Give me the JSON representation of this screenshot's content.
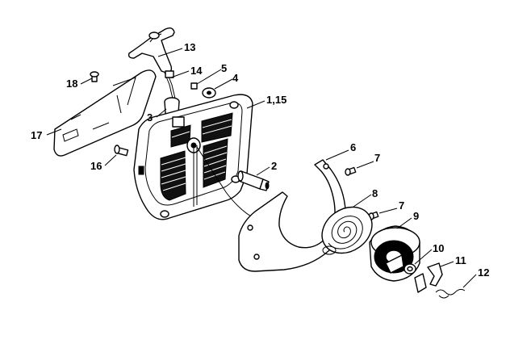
{
  "labels": {
    "p1_15": "1,15",
    "p2": "2",
    "p3": "3",
    "p4": "4",
    "p5": "5",
    "p6": "6",
    "p7a": "7",
    "p7b": "7",
    "p8": "8",
    "p9": "9",
    "p10": "10",
    "p11": "11",
    "p12": "12",
    "p13": "13",
    "p14": "14",
    "p16": "16",
    "p17": "17",
    "p18": "18"
  }
}
